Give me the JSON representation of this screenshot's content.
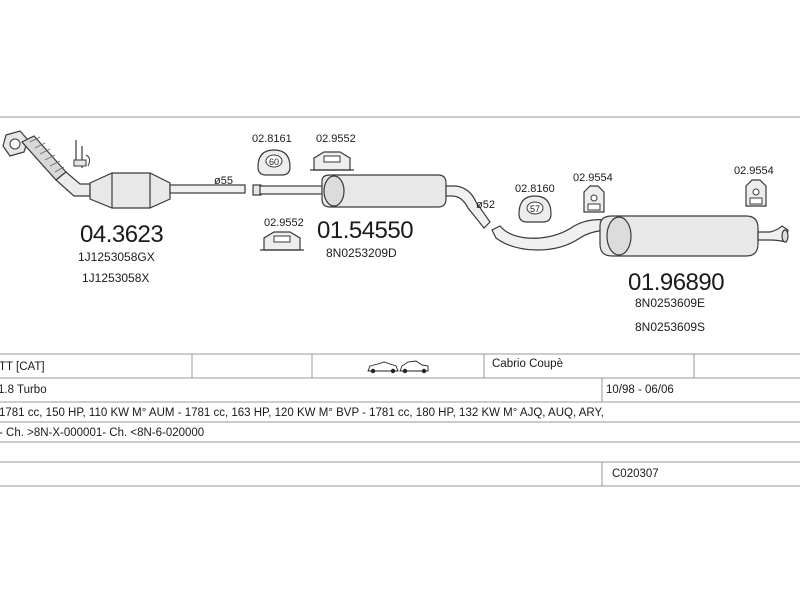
{
  "parts": {
    "front_pipe": {
      "number": "04.3623",
      "codes": [
        "1J1253058GX",
        "1J1253058X"
      ]
    },
    "middle_silencer": {
      "number": "01.54550",
      "codes": [
        "8N0253209D"
      ]
    },
    "rear_silencer": {
      "number": "01.96890",
      "codes": [
        "8N0253609E",
        "8N0253609S"
      ]
    }
  },
  "hangers": {
    "h1": {
      "number": "02.8161",
      "label": "60"
    },
    "h2": {
      "number": "02.9552"
    },
    "h3": {
      "number": "02.9552"
    },
    "h4": {
      "number": "02.8160",
      "label": "57"
    },
    "h5": {
      "number": "02.9554"
    },
    "h6": {
      "number": "02.9554"
    }
  },
  "diameters": {
    "d1": "ø55",
    "d2": "ø52"
  },
  "table": {
    "row1": {
      "model": "TT  [CAT]",
      "body": "Cabrio Coupè"
    },
    "row2": {
      "engine": "1.8 Turbo",
      "years": "10/98 - 06/06"
    },
    "row3": {
      "specs": "1781 cc, 150 HP, 110 KW M° AUM - 1781 cc, 163 HP, 120 KW M° BVP - 1781 cc, 180 HP, 132 KW M° AJQ, AUQ, ARY,"
    },
    "row4": {
      "chassis": "- Ch. >8N-X-000001- Ch. <8N-6-020000"
    },
    "row6": {
      "code": "C020307"
    }
  }
}
